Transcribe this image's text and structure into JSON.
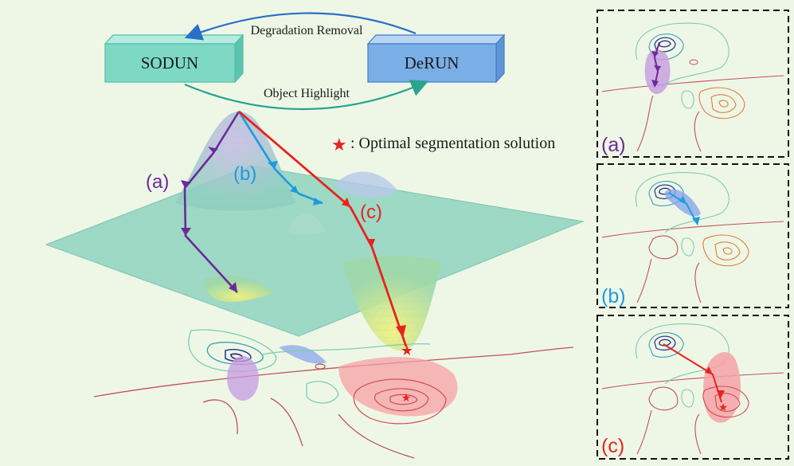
{
  "diagram": {
    "modules": {
      "sodun": "SODUN",
      "derun": "DeRUN"
    },
    "arrows": {
      "top": "Degradation Removal",
      "bottom": "Object Highlight"
    },
    "legend": {
      "symbol": "★",
      "text": ": Optimal segmentation solution"
    },
    "paths": {
      "a": "(a)",
      "b": "(b)",
      "c": "(c)"
    },
    "panels": [
      {
        "label": "(a)",
        "color": "#6a2a9a"
      },
      {
        "label": "(b)",
        "color": "#1e9be0"
      },
      {
        "label": "(c)",
        "color": "#e8231d"
      }
    ]
  },
  "colors": {
    "path_a": "#6a2a9a",
    "path_b": "#1e9be0",
    "path_c": "#e8231d",
    "sodun_box": "#7dd8c4",
    "derun_box": "#7aaee6"
  }
}
